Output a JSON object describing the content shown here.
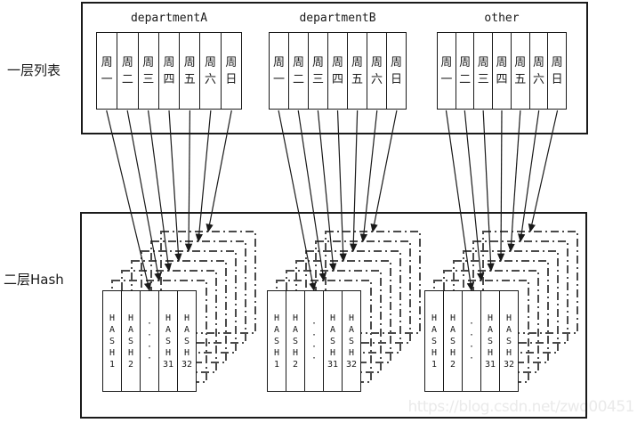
{
  "layer_labels": {
    "layer1": "一层列表",
    "layer2": "二层Hash"
  },
  "groups": [
    {
      "title": "departmentA",
      "cells": [
        "周一",
        "周二",
        "周三",
        "周四",
        "周五",
        "周六",
        "周日"
      ]
    },
    {
      "title": "departmentB",
      "cells": [
        "周一",
        "周二",
        "周三",
        "周四",
        "周五",
        "周六",
        "周日"
      ]
    },
    {
      "title": "other",
      "cells": [
        "周一",
        "周二",
        "周三",
        "周四",
        "周五",
        "周六",
        "周日"
      ]
    }
  ],
  "hash_columns": [
    "HASH1",
    "HASH2",
    "····",
    "HASH31",
    "HASH32"
  ],
  "watermark": "https://blog.csdn.net/zwq00451",
  "colors": {
    "line": "#1a1a1a",
    "frame": "#4a4a4a",
    "watermark": "#eaeaea"
  }
}
